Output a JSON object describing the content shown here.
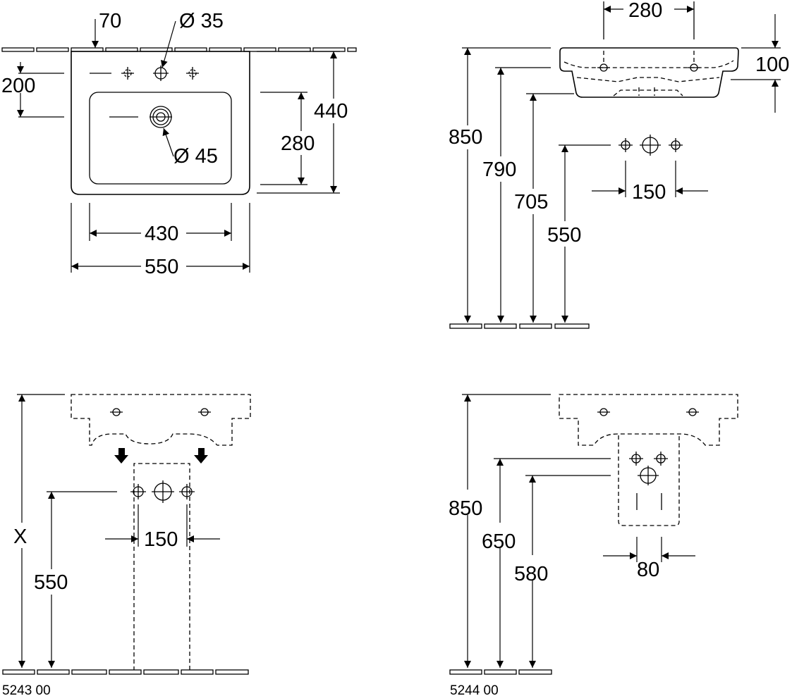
{
  "top_view": {
    "dim_70": "70",
    "dim_dia35": "Ø 35",
    "dim_200": "200",
    "dim_440": "440",
    "dim_280": "280",
    "dim_dia45": "Ø 45",
    "dim_430": "430",
    "dim_550": "550"
  },
  "side_view": {
    "dim_280": "280",
    "dim_100": "100",
    "dim_850": "850",
    "dim_790": "790",
    "dim_705": "705",
    "dim_550": "550",
    "dim_150": "150"
  },
  "pedestal_view": {
    "dim_x": "X",
    "dim_550": "550",
    "dim_150": "150",
    "product_code": "5243 00"
  },
  "semi_pedestal_view": {
    "dim_850": "850",
    "dim_650": "650",
    "dim_580": "580",
    "dim_80": "80",
    "product_code": "5244 00"
  }
}
